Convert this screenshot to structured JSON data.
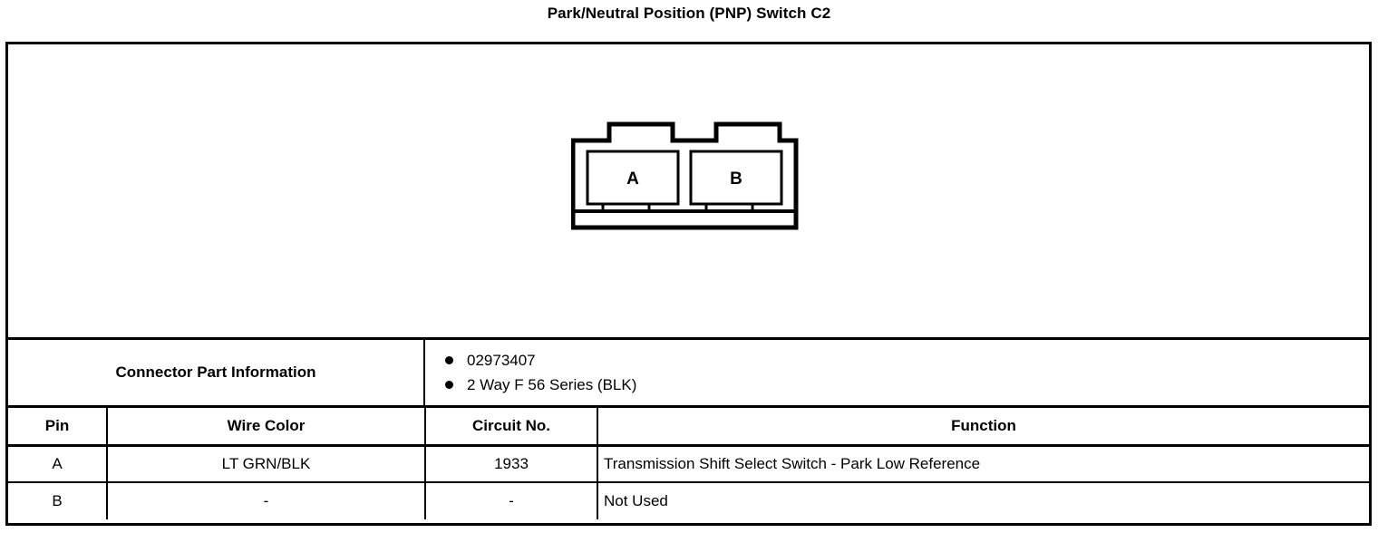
{
  "title": "Park/Neutral Position (PNP) Switch C2",
  "connector": {
    "cavity_labels": [
      "A",
      "B"
    ],
    "outline_color": "#000000"
  },
  "part_information": {
    "label": "Connector Part Information",
    "bullets": [
      "02973407",
      "2 Way F 56 Series (BLK)"
    ]
  },
  "pin_table": {
    "headers": [
      "Pin",
      "Wire Color",
      "Circuit No.",
      "Function"
    ],
    "rows": [
      {
        "pin": "A",
        "wire_color": "LT GRN/BLK",
        "circuit_no": "1933",
        "function": "Transmission Shift Select Switch - Park Low Reference"
      },
      {
        "pin": "B",
        "wire_color": "-",
        "circuit_no": "-",
        "function": "Not Used"
      }
    ]
  }
}
